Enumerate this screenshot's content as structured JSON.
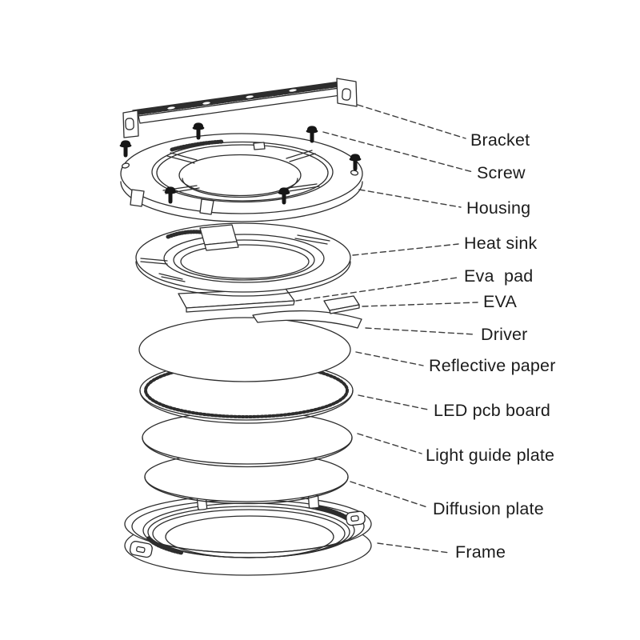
{
  "diagram": {
    "type": "exploded-view-diagram",
    "subject": "round LED panel light assembly",
    "background_color": "#ffffff",
    "line_color": "#2d2d2d",
    "text_color": "#1c1c1c",
    "parts": [
      {
        "label": "Bracket"
      },
      {
        "label": "Screw"
      },
      {
        "label": "Housing"
      },
      {
        "label": "Heat sink"
      },
      {
        "label": "Eva  pad"
      },
      {
        "label": "EVA"
      },
      {
        "label": "Driver"
      },
      {
        "label": "Reflective paper"
      },
      {
        "label": "LED pcb board"
      },
      {
        "label": "Light guide plate"
      },
      {
        "label": "Diffusion plate"
      },
      {
        "label": "Frame"
      }
    ]
  }
}
